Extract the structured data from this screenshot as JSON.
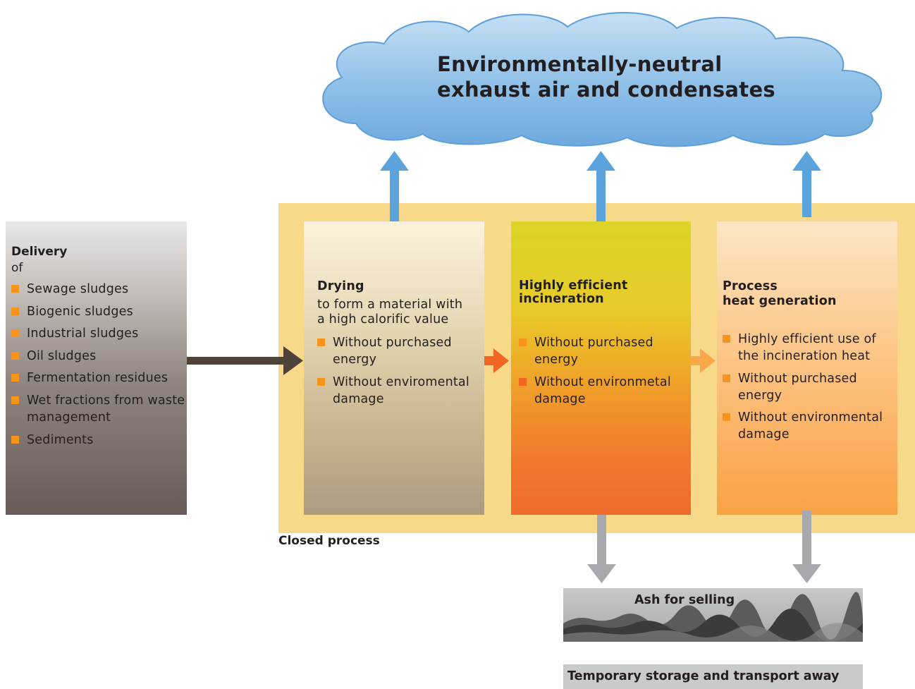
{
  "cloud": {
    "line1": "Environmentally-neutral",
    "line2": "exhaust air and condensates"
  },
  "delivery": {
    "title": "Delivery",
    "subtitle": "of",
    "items": [
      "Sewage sludges",
      "Biogenic sludges",
      "Industrial sludges",
      "Oil sludges",
      "Fermentation residues",
      "Wet fractions from waste management",
      "Sediments"
    ]
  },
  "drying": {
    "title": "Drying",
    "subtitle_line1": "to form a material with",
    "subtitle_line2": "a high calorific value",
    "items": [
      "Without purchased energy",
      "Without enviromental damage"
    ]
  },
  "incineration": {
    "title_line1": "Highly efficient",
    "title_line2": "incineration",
    "items": [
      "Without purchased energy",
      "Without environmetal damage"
    ]
  },
  "heat": {
    "title_line1": "Process",
    "title_line2": "heat generation",
    "items": [
      "Highly efficient use of the incineration heat",
      "Without purchased energy",
      "Without environmental damage"
    ]
  },
  "closed_process_label": "Closed process",
  "ash_label": "Ash for selling",
  "transport_label": "Temporary storage and transport away",
  "colors": {
    "bullet": "#f7941d",
    "up_arrow": "#5ba3dc",
    "down_arrow": "#a7a9ac",
    "feed_arrow": "#4e4239",
    "flow_arrow_1": "#f26522",
    "flow_arrow_2": "#f9a94a"
  }
}
